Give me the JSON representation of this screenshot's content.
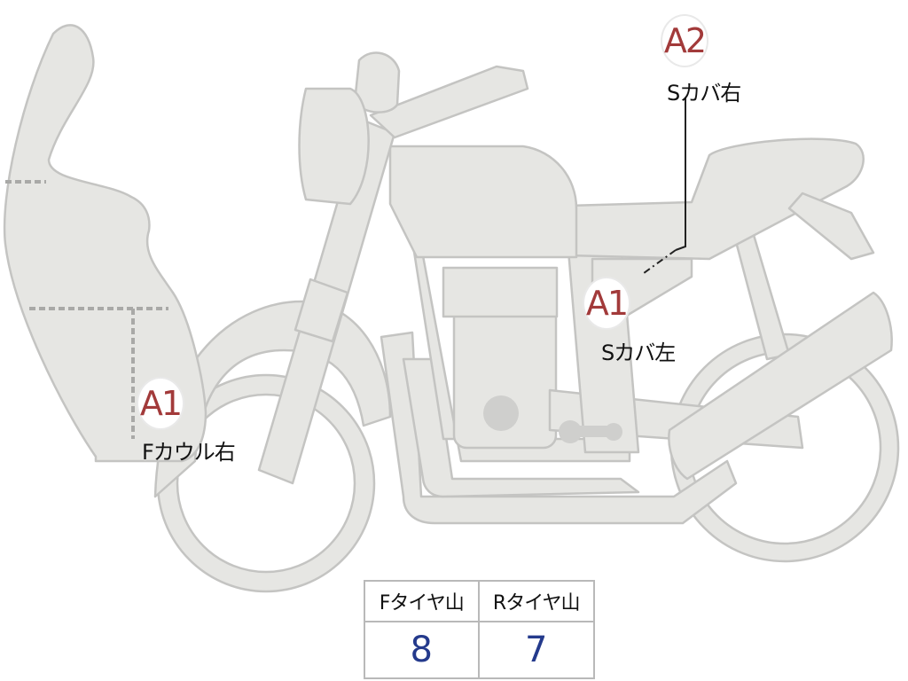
{
  "diagram": {
    "zones": [
      {
        "id": "front-cowl-right",
        "grade": "A1",
        "label": "Fカウル右"
      },
      {
        "id": "side-cover-left",
        "grade": "A1",
        "label": "Sカバ左"
      },
      {
        "id": "side-cover-right",
        "grade": "A2",
        "label": "Sカバ右"
      }
    ],
    "colors": {
      "grade": "#a23a3a",
      "part_fill": "#e6e6e3",
      "part_stroke": "#c4c4c2",
      "value": "#243a8c"
    }
  },
  "tire_table": {
    "headers": [
      "Fタイヤ山",
      "Rタイヤ山"
    ],
    "values": [
      "8",
      "7"
    ]
  }
}
